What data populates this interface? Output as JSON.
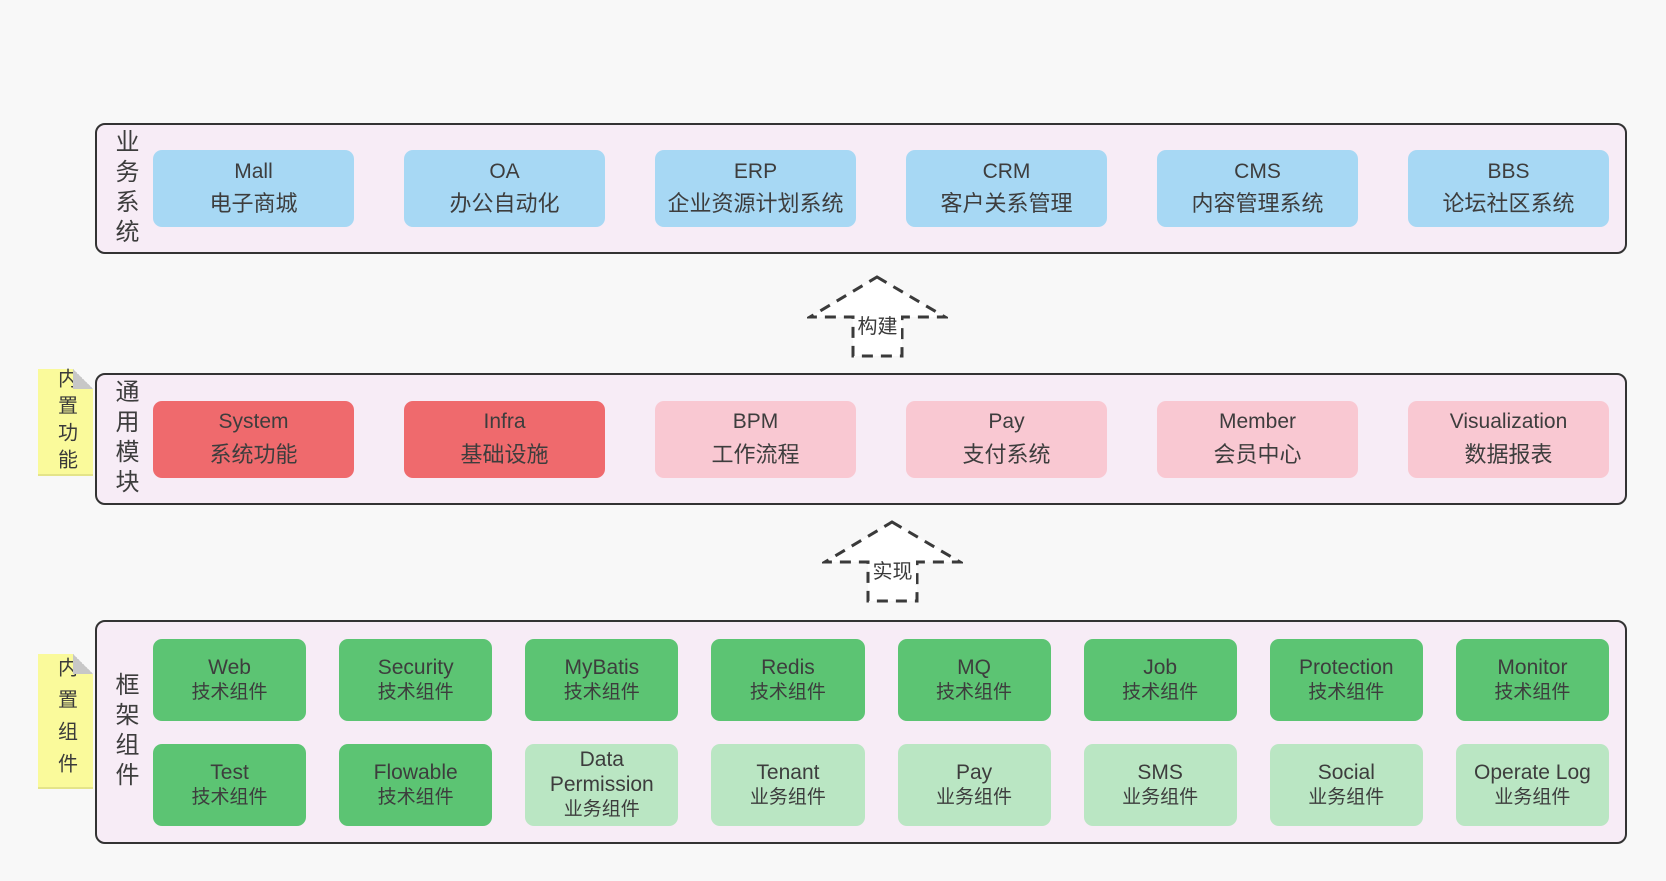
{
  "colors": {
    "page_bg": "#f8f8f8",
    "panel_bg": "#f7ecf6",
    "panel_border": "#333333",
    "text": "#3d3d3d",
    "blue": "#a7d8f4",
    "red": "#ef6a6d",
    "pink": "#f9c8d2",
    "green_dark": "#5cc473",
    "green_light": "#bae6c3",
    "sticky_yellow": "#fafa9b",
    "sticky_fold": "#c7c7c7",
    "arrow_stroke": "#3a3a3a"
  },
  "business": {
    "label": "业务系统",
    "boxes": [
      {
        "en": "Mall",
        "zh": "电子商城"
      },
      {
        "en": "OA",
        "zh": "办公自动化"
      },
      {
        "en": "ERP",
        "zh": "企业资源计划系统"
      },
      {
        "en": "CRM",
        "zh": "客户关系管理"
      },
      {
        "en": "CMS",
        "zh": "内容管理系统"
      },
      {
        "en": "BBS",
        "zh": "论坛社区系统"
      }
    ]
  },
  "arrows": {
    "build": "构建",
    "implement": "实现"
  },
  "modules": {
    "label": "通用模块",
    "sticky": "内置功能",
    "boxes": [
      {
        "en": "System",
        "zh": "系统功能",
        "variant": "red"
      },
      {
        "en": "Infra",
        "zh": "基础设施",
        "variant": "red"
      },
      {
        "en": "BPM",
        "zh": "工作流程",
        "variant": "pink"
      },
      {
        "en": "Pay",
        "zh": "支付系统",
        "variant": "pink"
      },
      {
        "en": "Member",
        "zh": "会员中心",
        "variant": "pink"
      },
      {
        "en": "Visualization",
        "zh": "数据报表",
        "variant": "pink"
      }
    ]
  },
  "components": {
    "label": "框架组件",
    "sticky": "内置组件",
    "row1": [
      {
        "en": "Web",
        "zh": "技术组件",
        "variant": "green-dark"
      },
      {
        "en": "Security",
        "zh": "技术组件",
        "variant": "green-dark"
      },
      {
        "en": "MyBatis",
        "zh": "技术组件",
        "variant": "green-dark"
      },
      {
        "en": "Redis",
        "zh": "技术组件",
        "variant": "green-dark"
      },
      {
        "en": "MQ",
        "zh": "技术组件",
        "variant": "green-dark"
      },
      {
        "en": "Job",
        "zh": "技术组件",
        "variant": "green-dark"
      },
      {
        "en": "Protection",
        "zh": "技术组件",
        "variant": "green-dark"
      },
      {
        "en": "Monitor",
        "zh": "技术组件",
        "variant": "green-dark"
      }
    ],
    "row2": [
      {
        "en": "Test",
        "zh": "技术组件",
        "variant": "green-dark"
      },
      {
        "en": "Flowable",
        "zh": "技术组件",
        "variant": "green-dark"
      },
      {
        "en": "Data Permission",
        "zh": "业务组件",
        "variant": "green-light"
      },
      {
        "en": "Tenant",
        "zh": "业务组件",
        "variant": "green-light"
      },
      {
        "en": "Pay",
        "zh": "业务组件",
        "variant": "green-light"
      },
      {
        "en": "SMS",
        "zh": "业务组件",
        "variant": "green-light"
      },
      {
        "en": "Social",
        "zh": "业务组件",
        "variant": "green-light"
      },
      {
        "en": "Operate Log",
        "zh": "业务组件",
        "variant": "green-light"
      }
    ]
  }
}
